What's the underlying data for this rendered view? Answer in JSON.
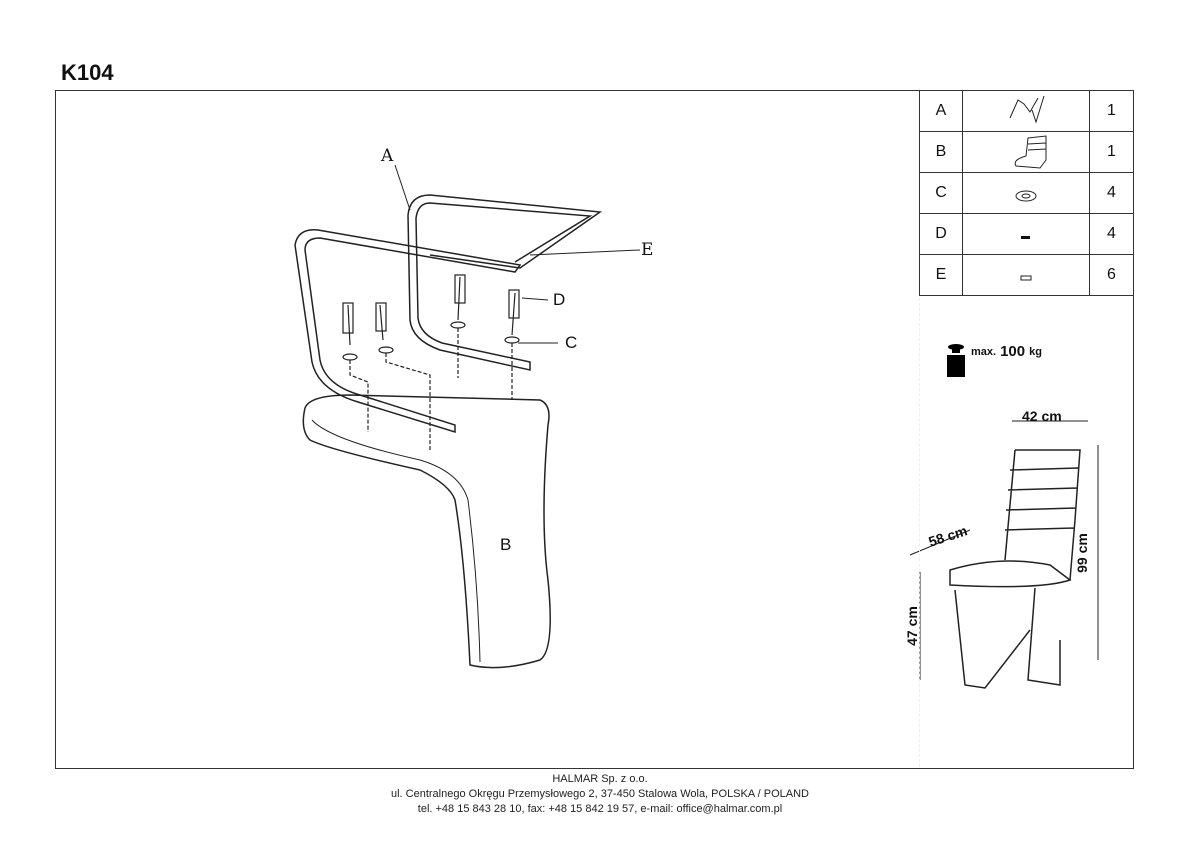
{
  "title": "K104",
  "parts": [
    {
      "letter": "A",
      "icon": "chair-frame-icon",
      "qty": "1"
    },
    {
      "letter": "B",
      "icon": "seat-shell-icon",
      "qty": "1"
    },
    {
      "letter": "C",
      "icon": "washer-icon",
      "qty": "4"
    },
    {
      "letter": "D",
      "icon": "screw-icon",
      "qty": "4"
    },
    {
      "letter": "E",
      "icon": "pad-icon",
      "qty": "6"
    }
  ],
  "diagram_labels": {
    "a": "A",
    "b": "B",
    "c": "C",
    "d": "D",
    "e": "E"
  },
  "max_load": {
    "prefix": "max.",
    "value": "100",
    "unit": "kg"
  },
  "dimensions": {
    "width": "42 cm",
    "depth": "58 cm",
    "height": "99 cm",
    "seat_height": "47 cm"
  },
  "footer": {
    "company": "HALMAR Sp. z o.o.",
    "address": "ul. Centralnego Okręgu Przemysłowego 2, 37-450 Stalowa Wola, POLSKA / POLAND",
    "contact": "tel. +48 15 843 28 10, fax: +48 15 842 19 57, e-mail: office@halmar.com.pl"
  }
}
